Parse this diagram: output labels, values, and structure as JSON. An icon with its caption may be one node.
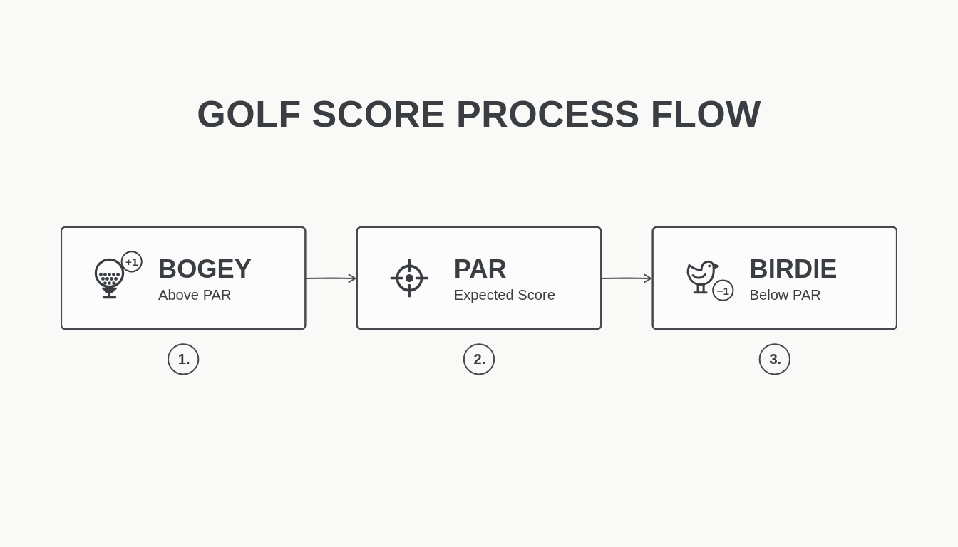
{
  "diagram": {
    "title": "GOLF SCORE PROCESS FLOW",
    "nodes": [
      {
        "text": [
          "+1",
          "BOGEY",
          "Above PAR"
        ],
        "beside": [
          "1."
        ]
      },
      {
        "text": [
          "PAR",
          "Expected Score"
        ],
        "beside": [
          "2."
        ]
      },
      {
        "text": [
          "−1",
          "BIRDIE",
          "Below PAR"
        ],
        "beside": [
          "3."
        ]
      }
    ],
    "edges": [
      {
        "from": 0,
        "to": 1,
        "arrow": "to"
      },
      {
        "from": 1,
        "to": 2,
        "arrow": "to"
      }
    ]
  }
}
